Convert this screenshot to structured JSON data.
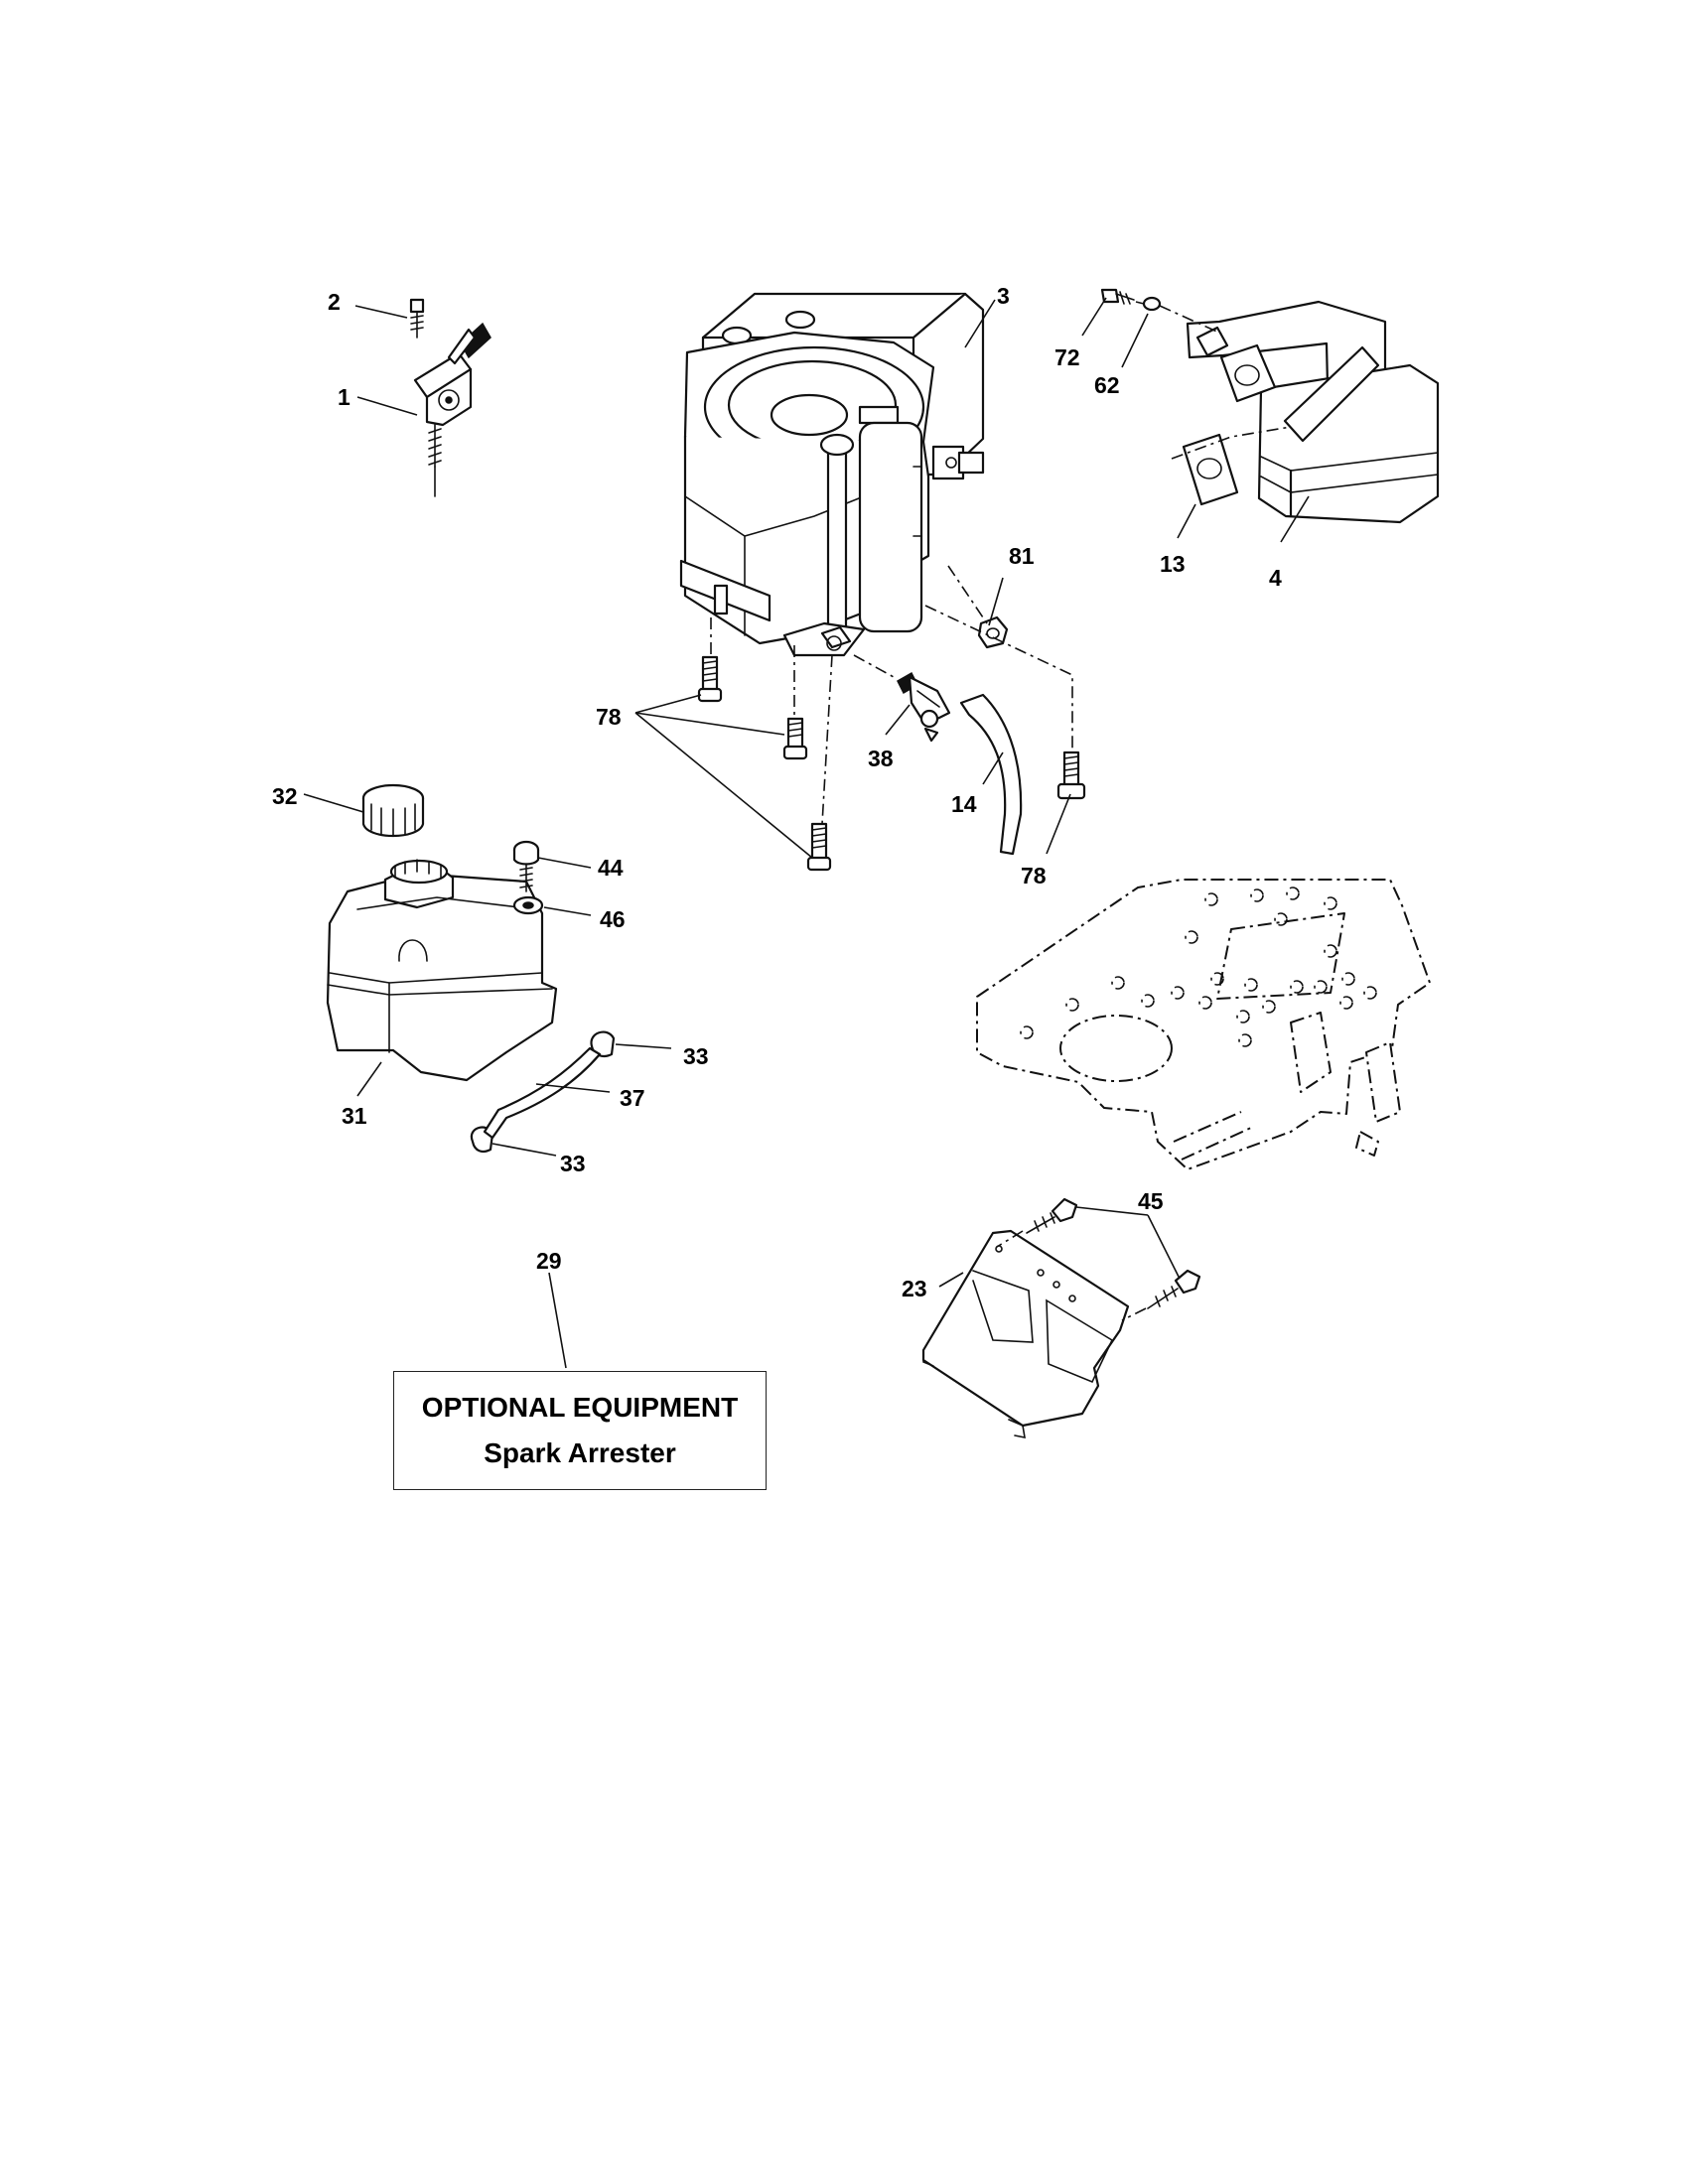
{
  "callouts": {
    "c1": "1",
    "c2": "2",
    "c3": "3",
    "c4": "4",
    "c13": "13",
    "c14": "14",
    "c23": "23",
    "c29": "29",
    "c31": "31",
    "c32": "32",
    "c33a": "33",
    "c33b": "33",
    "c37": "37",
    "c38": "38",
    "c44": "44",
    "c45": "45",
    "c46": "46",
    "c62": "62",
    "c72": "72",
    "c78a": "78",
    "c78b": "78",
    "c81": "81"
  },
  "optional_box": {
    "title": "OPTIONAL EQUIPMENT",
    "subtitle": "Spark Arrester"
  }
}
